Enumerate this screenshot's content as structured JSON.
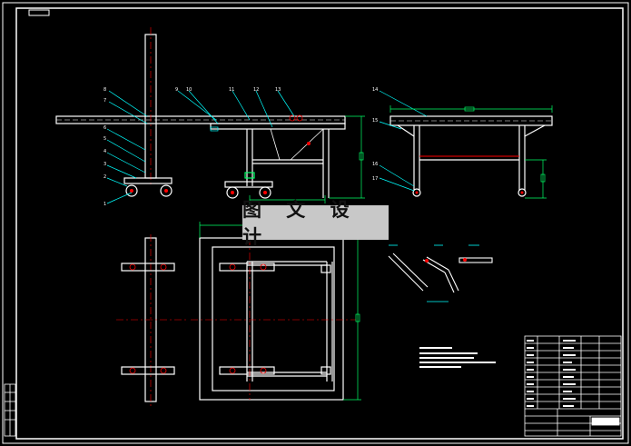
{
  "drawing": {
    "watermark_text": "图 文 设 计",
    "colors": {
      "background": "#000000",
      "frame": "#ffffff",
      "leader": "#00ffff",
      "centerline": "#ff0000",
      "dimension": "#00ff66",
      "title_block": "#ffffff",
      "highlight": "#ffffff"
    },
    "front_view_callouts": [
      "8",
      "7",
      "6",
      "5",
      "4",
      "3",
      "2",
      "1"
    ],
    "top_callouts": [
      "9",
      "10",
      "11",
      "12",
      "13"
    ],
    "side_view_callouts": [
      "14",
      "15",
      "16",
      "17"
    ]
  }
}
